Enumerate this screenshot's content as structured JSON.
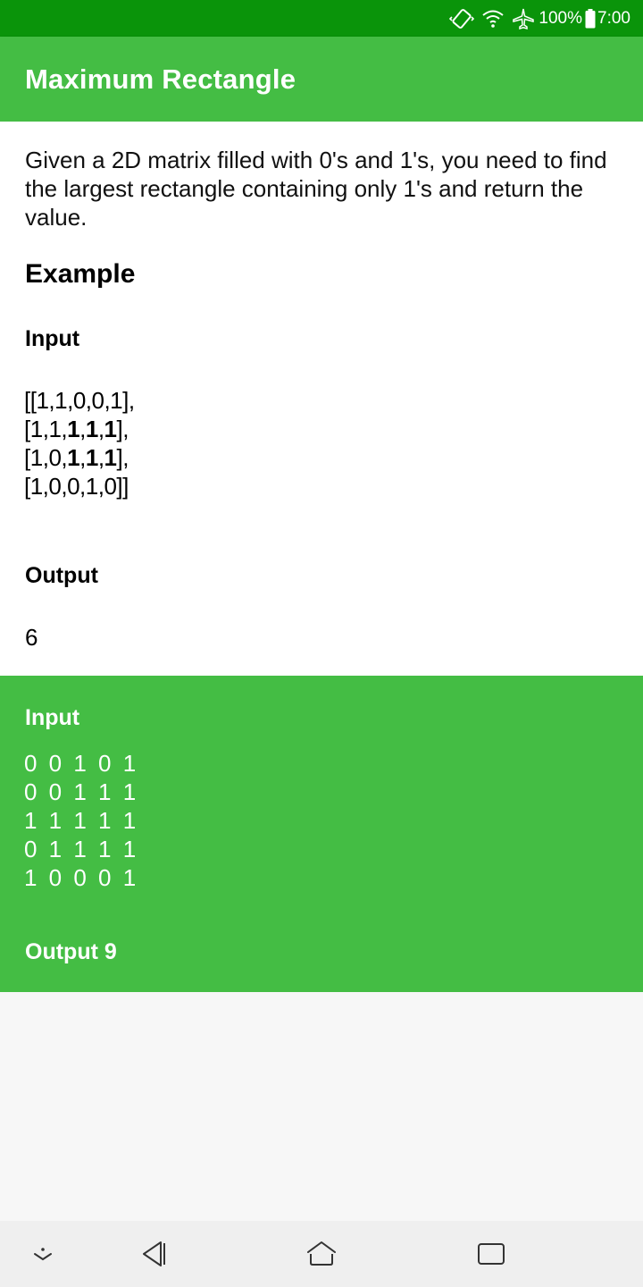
{
  "status_bar": {
    "battery": "100%",
    "time": "7:00",
    "icons": [
      "vibrate-icon",
      "wifi-icon",
      "airplane-icon",
      "battery-icon"
    ]
  },
  "app_bar": {
    "title": "Maximum Rectangle"
  },
  "problem": {
    "description": "Given a 2D matrix filled with 0's and 1's, you need to find the largest rectangle containing only 1's and return the value.",
    "example_heading": "Example",
    "input_heading": "Input",
    "output_heading": "Output",
    "output_value": "6",
    "example_rows": [
      {
        "plain_prefix": "[[1,1,0,0,1],",
        "bold": [],
        "full": "[[1,1,0,0,1],"
      },
      {
        "full": "[1,1,1,1,1],"
      },
      {
        "full": "[1,0,1,1,1],"
      },
      {
        "full": "[1,0,0,1,0]]"
      }
    ]
  },
  "user_test": {
    "input_label": "Input",
    "rows": [
      "0 0 1 0 1",
      "0 0 1 1 1",
      "1 1 1 1 1",
      "0 1 1 1 1",
      "1 0 0 0 1"
    ],
    "output_label": "Output 9"
  },
  "colors": {
    "status_bar": "#0a940a",
    "accent": "#44bd44",
    "text": "#000000"
  },
  "nav_bar": {
    "icons": [
      "chevron-down-icon",
      "back-icon",
      "home-icon",
      "recents-icon"
    ]
  }
}
